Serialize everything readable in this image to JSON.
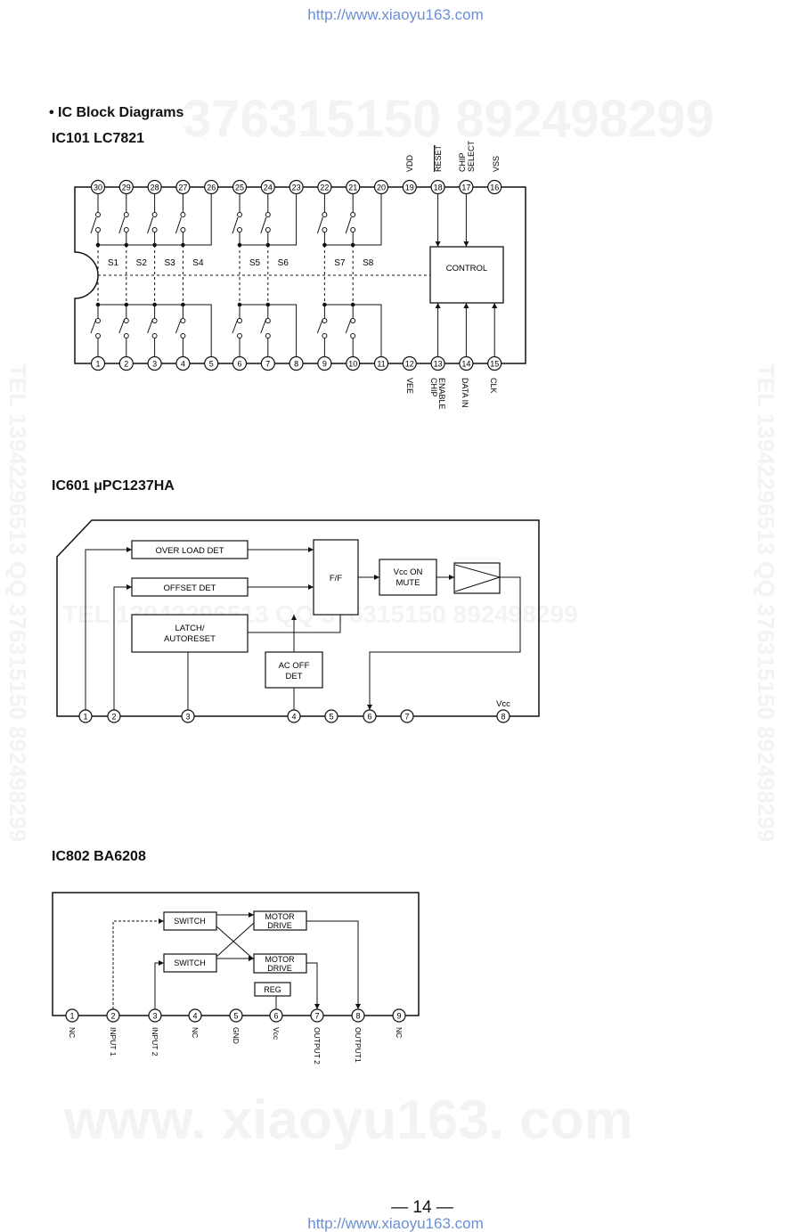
{
  "header_url": "http://www.xiaoyu163.com",
  "footer_url": "http://www.xiaoyu163.com",
  "page_number": "— 14 —",
  "watermarks": {
    "qq_top": "376315150   892498299",
    "mid": "TEL 13942296513     QQ 376315150  892498299",
    "side": "TEL 13942296513  QQ 376315150  892498299",
    "bottom": "www. xiaoyu163. com"
  },
  "section_title": "• IC Block Diagrams",
  "ic101": {
    "title": "IC101    LC7821",
    "top_pins": [
      "30",
      "29",
      "28",
      "27",
      "26",
      "25",
      "24",
      "23",
      "22",
      "21",
      "20",
      "19",
      "18",
      "17",
      "16"
    ],
    "bottom_pins": [
      "1",
      "2",
      "3",
      "4",
      "5",
      "6",
      "7",
      "8",
      "9",
      "10",
      "11",
      "12",
      "13",
      "14",
      "15"
    ],
    "switch_labels": [
      "S1",
      "S2",
      "S3",
      "S4",
      "S5",
      "S6",
      "S7",
      "S8"
    ],
    "control_label": "CONTROL",
    "top_pin_names": [
      "VDD",
      "RESET",
      "CHIP",
      "SELECT",
      "VSS"
    ],
    "bottom_pin_names": [
      "VEE",
      "CHIP",
      "ENABLE",
      "DATA IN",
      "CLK"
    ]
  },
  "ic601": {
    "title": "IC601    μPC1237HA",
    "blocks": {
      "overload": "OVER LOAD DET",
      "offset": "OFFSET DET",
      "latch_1": "LATCH/",
      "latch_2": "AUTORESET",
      "ff": "F/F",
      "vcc_on_1": "Vcc ON",
      "vcc_on_2": "MUTE",
      "acoff_1": "AC OFF",
      "acoff_2": "DET"
    },
    "pins": [
      "1",
      "2",
      "3",
      "4",
      "5",
      "6",
      "7",
      "8"
    ],
    "vcc_label": "Vcc"
  },
  "ic802": {
    "title": "IC802    BA6208",
    "blocks": {
      "switch_1": "SWITCH",
      "switch_2": "SWITCH",
      "motor_1a": "MOTOR",
      "motor_1b": "DRIVE",
      "motor_2a": "MOTOR",
      "motor_2b": "DRIVE",
      "reg": "REG"
    },
    "pins": [
      "1",
      "2",
      "3",
      "4",
      "5",
      "6",
      "7",
      "8",
      "9"
    ],
    "pin_names": [
      "NC",
      "INPUT 1",
      "INPUT 2",
      "NC",
      "GND",
      "Vcc",
      "OUTPUT 2",
      "OUTPUT1",
      "NC"
    ]
  }
}
